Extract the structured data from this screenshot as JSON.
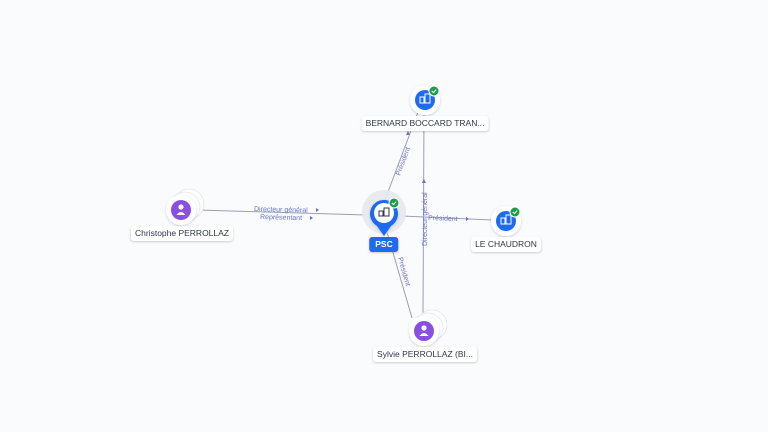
{
  "colors": {
    "edge": "#9aa0ab",
    "edge_label": "#6a72c8",
    "company": "#1e6bf0",
    "person": "#8a4fe0",
    "verified": "#1a9e47"
  },
  "nodes": {
    "psc": {
      "label": "PSC",
      "icon": "building-icon",
      "verified": true
    },
    "bernard": {
      "label": "BERNARD BOCCARD TRAN...",
      "icon": "building-icon",
      "verified": true
    },
    "chaudron": {
      "label": "LE CHAUDRON",
      "icon": "building-icon",
      "verified": true
    },
    "christophe": {
      "label": "Christophe PERROLLAZ",
      "icon": "person-icon"
    },
    "sylvie": {
      "label": "Sylvie PERROLLAZ (BI...",
      "icon": "person-icon"
    }
  },
  "edges": {
    "christophe_dg": "Directeur général",
    "christophe_rep": "Représentant",
    "psc_bernard": "Président",
    "psc_chaudron": "Président",
    "sylvie_psc": "Président",
    "sylvie_bernard": "Directeur général"
  }
}
